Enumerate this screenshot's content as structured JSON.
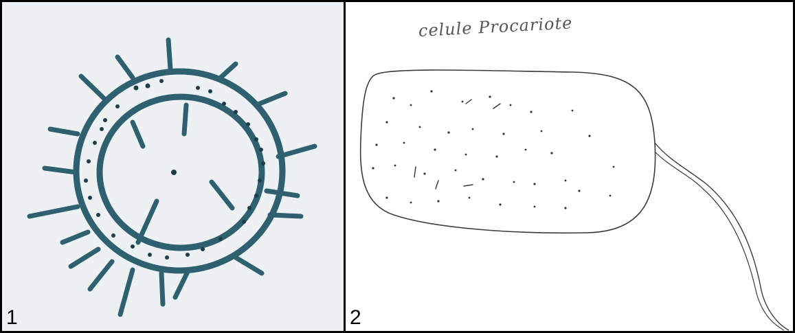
{
  "panels": [
    {
      "number": "1"
    },
    {
      "number": "2",
      "caption": "celule Procariote"
    }
  ],
  "colors": {
    "ink_blue": "#2e6070",
    "pencil": "#3a3a3a",
    "paper_blue": "#eef1f4"
  }
}
